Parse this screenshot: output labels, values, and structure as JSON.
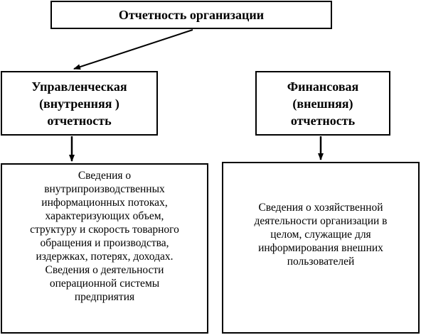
{
  "diagram": {
    "root": {
      "label": "Отчетность организации"
    },
    "management": {
      "title": "Управленческая\n(внутренняя )\nотчетность",
      "description": "Сведения о\nвнутрипроизводственных\nинформационных потоках,\nхарактеризующих объем,\nструктуру и скорость товарного\nобращения и производства,\nиздержках, потерях, доходах.\nСведения о деятельности\nоперационной системы\nпредприятия"
    },
    "financial": {
      "title": "Финансовая\n(внешняя)\nотчетность",
      "description": "Сведения о хозяйственной\nдеятельности организации в\nцелом, служащие для\nинформирования внешних\nпользователей"
    },
    "colors": {
      "line": "#000000",
      "background": "#ffffff"
    }
  }
}
